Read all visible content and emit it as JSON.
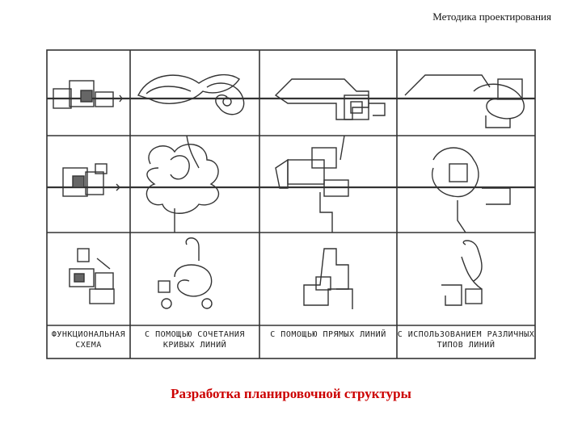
{
  "header": {
    "title": "Методика проектирования"
  },
  "figure": {
    "labels": [
      "Функциональная схема",
      "С помощью сочетания кривых линий",
      "С помощью прямых линий",
      "С использованием различных типов линий"
    ]
  },
  "caption": "Разработка планировочной структуры",
  "colors": {
    "caption": "#cc0000",
    "ink": "#222222",
    "background": "#ffffff"
  }
}
